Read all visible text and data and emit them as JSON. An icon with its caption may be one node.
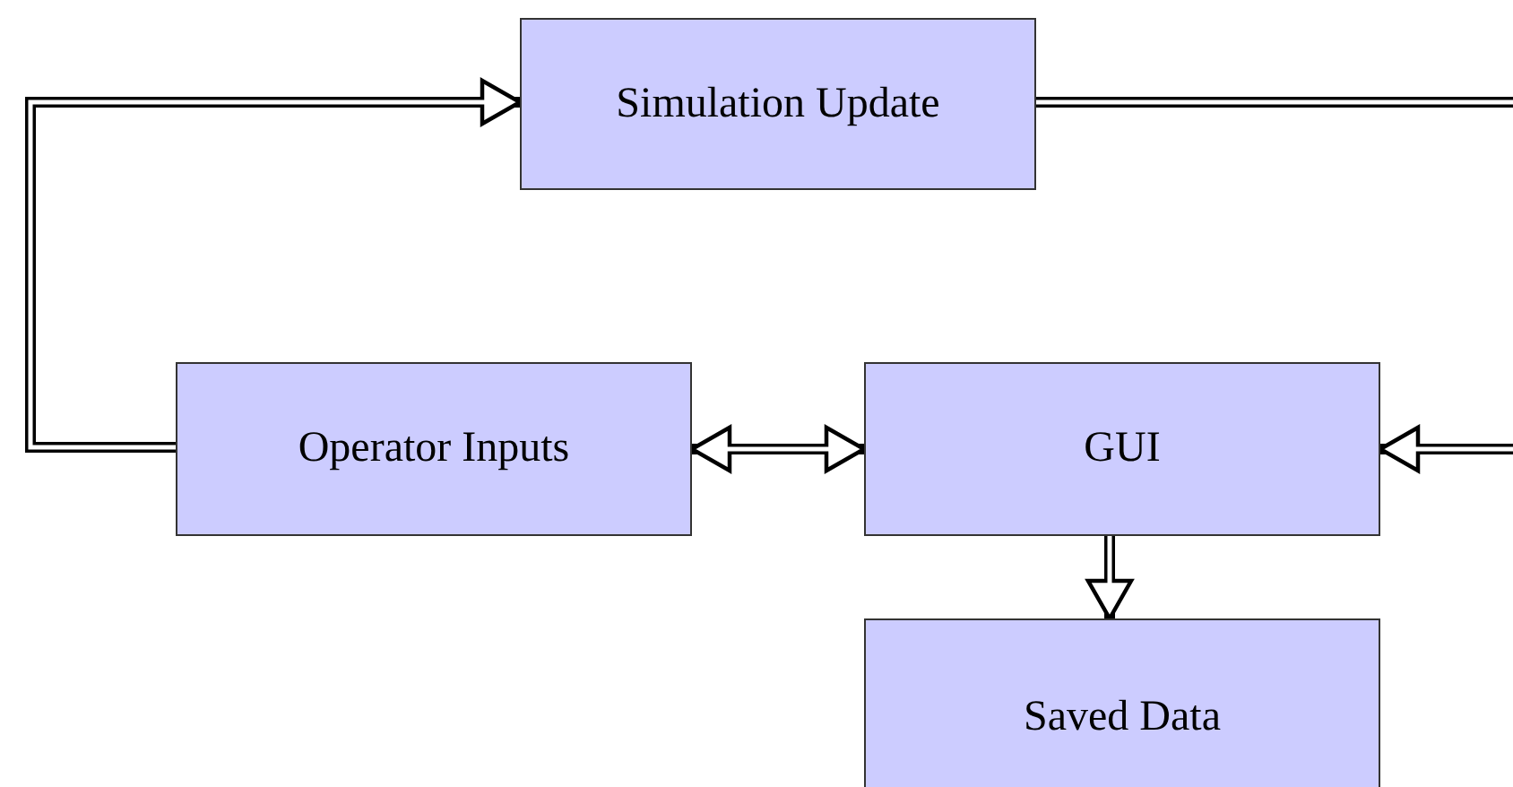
{
  "diagram": {
    "nodes": [
      {
        "text": [
          "Simulation Update"
        ]
      },
      {
        "text": [
          "Operator Inputs"
        ]
      },
      {
        "text": [
          "GUI"
        ]
      },
      {
        "text": [
          "Saved Data"
        ]
      }
    ],
    "edges": [
      {
        "from": 1,
        "to": 0,
        "arrow": "to"
      },
      {
        "from": 0,
        "to": 2,
        "arrow": "to"
      },
      {
        "from": 1,
        "to": 2,
        "arrow": "both"
      },
      {
        "from": 2,
        "to": 3,
        "arrow": "to"
      }
    ]
  }
}
